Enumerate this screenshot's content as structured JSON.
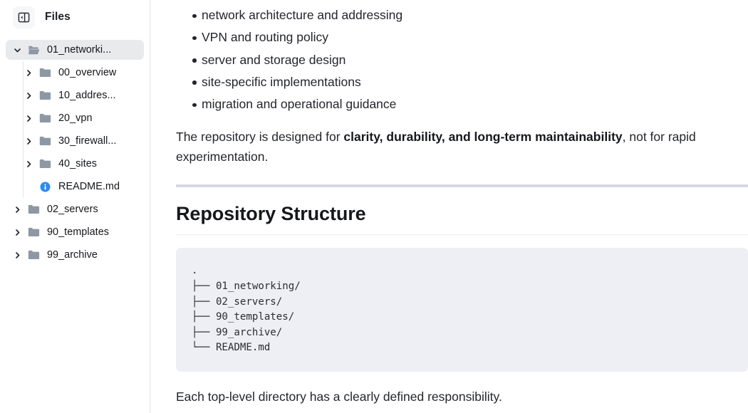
{
  "sidebar": {
    "toggle_icon": "panel-collapse-icon",
    "title": "Files",
    "tree": [
      {
        "label": "01_networki...",
        "icon": "folder-open-icon",
        "chevron": "chevron-down-icon",
        "depth": 0,
        "selected": true,
        "expanded": true
      },
      {
        "label": "00_overview",
        "icon": "folder-icon",
        "chevron": "chevron-right-icon",
        "depth": 1,
        "selected": false,
        "expanded": false
      },
      {
        "label": "10_addres...",
        "icon": "folder-icon",
        "chevron": "chevron-right-icon",
        "depth": 1,
        "selected": false,
        "expanded": false
      },
      {
        "label": "20_vpn",
        "icon": "folder-icon",
        "chevron": "chevron-right-icon",
        "depth": 1,
        "selected": false,
        "expanded": false
      },
      {
        "label": "30_firewall...",
        "icon": "folder-icon",
        "chevron": "chevron-right-icon",
        "depth": 1,
        "selected": false,
        "expanded": false
      },
      {
        "label": "40_sites",
        "icon": "folder-icon",
        "chevron": "chevron-right-icon",
        "depth": 1,
        "selected": false,
        "expanded": false
      },
      {
        "label": "README.md",
        "icon": "info-file-icon",
        "chevron": "",
        "depth": 1,
        "selected": false,
        "expanded": false
      },
      {
        "label": "02_servers",
        "icon": "folder-icon",
        "chevron": "chevron-right-icon",
        "depth": 0,
        "selected": false,
        "expanded": false
      },
      {
        "label": "90_templates",
        "icon": "folder-icon",
        "chevron": "chevron-right-icon",
        "depth": 0,
        "selected": false,
        "expanded": false
      },
      {
        "label": "99_archive",
        "icon": "folder-icon",
        "chevron": "chevron-right-icon",
        "depth": 0,
        "selected": false,
        "expanded": false
      }
    ]
  },
  "document": {
    "bullets": [
      "network architecture and addressing",
      "VPN and routing policy",
      "server and storage design",
      "site-specific implementations",
      "migration and operational guidance"
    ],
    "paragraph": {
      "lead": "The repository is designed for ",
      "bold": "clarity, durability, and long-term maintainability",
      "tail": ", not for rapid experimentation."
    },
    "section_heading": "Repository Structure",
    "code_block": ".\n├── 01_networking/\n├── 02_servers/\n├── 90_templates/\n├── 99_archive/\n└── README.md",
    "closing_paragraph": "Each top-level directory has a clearly defined responsibility."
  },
  "colors": {
    "folder": "#8e98a4",
    "info_blue": "#2a8cf0",
    "selected_row": "#e9eaec",
    "code_bg": "#eeeff4",
    "rule_thick": "#d4d9e3",
    "sidebar_border": "#dfe2e8"
  }
}
